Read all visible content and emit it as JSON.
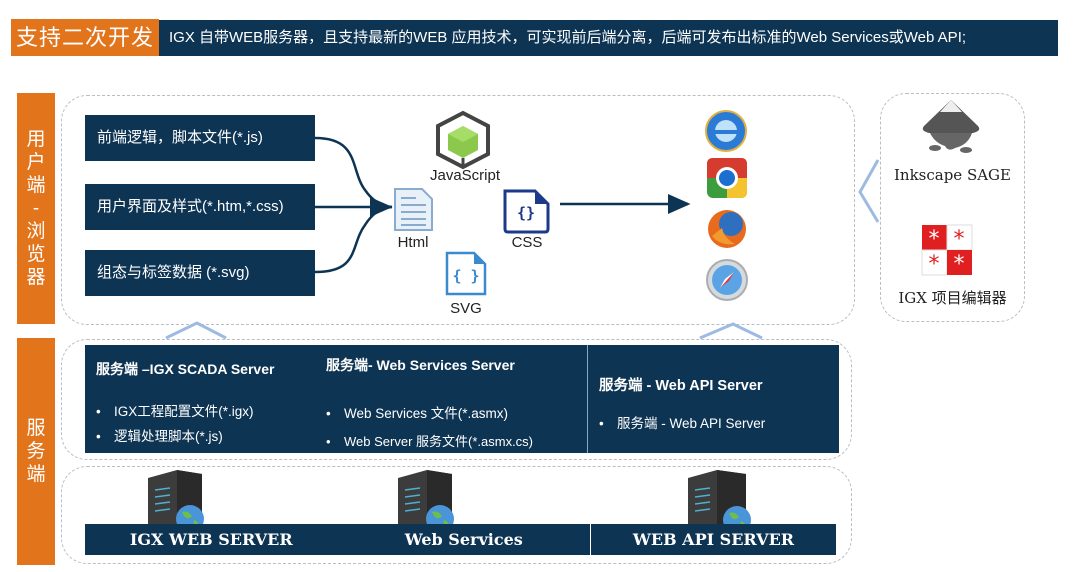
{
  "header": {
    "tag": "支持二次开发",
    "description": "IGX 自带WEB服务器，且支持最新的WEB 应用技术，可实现前后端分离，后端可发布出标准的Web Services或Web API;"
  },
  "side_labels": {
    "client": [
      "用",
      "户",
      "端",
      "-",
      "浏",
      "览",
      "器"
    ],
    "server": [
      "服",
      "务",
      "端"
    ]
  },
  "client": {
    "files": [
      {
        "label": "前端逻辑，脚本文件(*.js)"
      },
      {
        "label": "用户界面及样式(*.htm,*.css)"
      },
      {
        "label": "组态与标签数据 (*.svg)"
      }
    ],
    "technologies": {
      "javascript": "JavaScript",
      "html": "Html",
      "css": "CSS",
      "svg": "SVG"
    },
    "browsers": [
      {
        "name": "internet-explorer",
        "icon": "ie-icon"
      },
      {
        "name": "chrome",
        "icon": "chrome-icon"
      },
      {
        "name": "firefox",
        "icon": "firefox-icon"
      },
      {
        "name": "safari",
        "icon": "safari-icon"
      }
    ]
  },
  "tools": {
    "inkscape": "Inkscape SAGE",
    "editor": "IGX 项目编辑器"
  },
  "server": {
    "columns": [
      {
        "title": "服务端 –IGX  SCADA Server",
        "items": [
          "IGX工程配置文件(*.igx)",
          "逻辑处理脚本(*.js)"
        ]
      },
      {
        "title": "服务端- Web Services Server",
        "items": [
          "Web Services 文件(*.asmx)",
          "Web Server 服务文件(*.asmx.cs)"
        ]
      },
      {
        "title": "服务端 - Web API Server",
        "items": [
          "服务端 - Web API Server"
        ]
      }
    ],
    "bullet": "•"
  },
  "hardware": [
    {
      "label": "IGX WEB SERVER"
    },
    {
      "label": "Web Services"
    },
    {
      "label": "WEB API SERVER"
    }
  ],
  "colors": {
    "accent_orange": "#e2741c",
    "navy": "#0e3453",
    "arrow_light_blue": "#9dbbe0"
  }
}
